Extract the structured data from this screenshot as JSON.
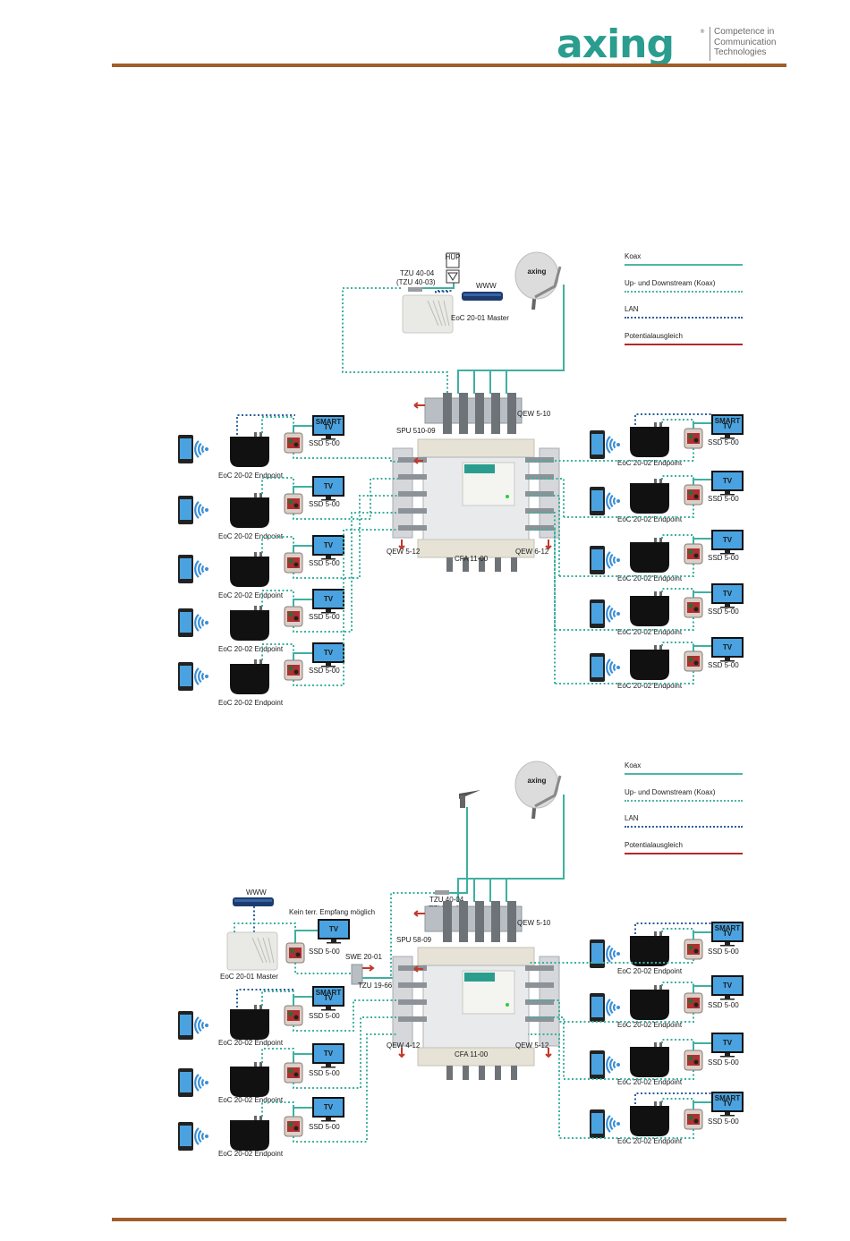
{
  "header": {
    "logo_text": "axing",
    "logo_reg": "®",
    "tagline": [
      "Competence in",
      "Communication",
      "Technologies"
    ],
    "brand_color": "#2a9d8f",
    "rule_color": "#a05e2b"
  },
  "legend": {
    "items": [
      {
        "label": "Koax",
        "style": "solid",
        "color": "#4db6a6"
      },
      {
        "label": "Up- und Downstream (Koax)",
        "style": "dotted",
        "color": "#4db6a6"
      },
      {
        "label": "LAN",
        "style": "dotted",
        "color": "#2f5f9e"
      },
      {
        "label": "Potentialausgleich",
        "style": "solid",
        "color": "#b02a2a"
      }
    ]
  },
  "diagram1": {
    "dish_logo": "axing",
    "hup_label": "HÜP",
    "tzu_label": "TZU 40-04",
    "tzu_alt_label": "(TZU 40-03)",
    "www_label": "WWW",
    "master_label": "EoC 20-01 Master",
    "qew_top_label": "QEW 5-10",
    "spu_label": "SPU 510-09",
    "qew_left_label": "QEW 5-12",
    "qew_right_label": "QEW 6-12",
    "cfa_label": "CFA 11-00",
    "left_rows": [
      {
        "endpoint": "EoC 20-02 Endpoint",
        "socket": "SSD 5-00",
        "tv": "SMART TV"
      },
      {
        "endpoint": "EoC 20-02 Endpoint",
        "socket": "SSD 5-00",
        "tv": "TV"
      },
      {
        "endpoint": "EoC 20-02 Endpoint",
        "socket": "SSD 5-00",
        "tv": "TV"
      },
      {
        "endpoint": "EoC 20-02 Endpoint",
        "socket": "SSD 5-00",
        "tv": "TV"
      },
      {
        "endpoint": "EoC 20-02 Endpoint",
        "socket": "SSD 5-00",
        "tv": "TV"
      }
    ],
    "right_rows": [
      {
        "endpoint": "EoC 20-02 Endpoint",
        "socket": "SSD 5-00",
        "tv": "SMART TV"
      },
      {
        "endpoint": "EoC 20-02 Endpoint",
        "socket": "SSD 5-00",
        "tv": "TV"
      },
      {
        "endpoint": "EoC 20-02 Endpoint",
        "socket": "SSD 5-00",
        "tv": "TV"
      },
      {
        "endpoint": "EoC 20-02 Endpoint",
        "socket": "SSD 5-00",
        "tv": "TV"
      },
      {
        "endpoint": "EoC 20-02 Endpoint",
        "socket": "SSD 5-00",
        "tv": "TV"
      }
    ]
  },
  "diagram2": {
    "dish_logo": "axing",
    "tzu_label": "TZU 40-04",
    "tzu_alt_label": "(TZU 40-03)",
    "www_label": "WWW",
    "no_terr_label": "Kein terr. Empfang möglich",
    "master_label": "EoC 20-01 Master",
    "master_socket": "SSD 5-00",
    "master_tv": "TV",
    "swe_label": "SWE 20-01",
    "tzu1966_label": "TZU 19-66",
    "qew_top_label": "QEW 5-10",
    "spu_label": "SPU 58-09",
    "qew_left_label": "QEW 4-12",
    "qew_right_label": "QEW 5-12",
    "cfa_label": "CFA 11-00",
    "left_rows": [
      {
        "endpoint": "EoC 20-02 Endpoint",
        "socket": "SSD 5-00",
        "tv": "SMART TV"
      },
      {
        "endpoint": "EoC 20-02 Endpoint",
        "socket": "SSD 5-00",
        "tv": "TV"
      },
      {
        "endpoint": "EoC 20-02 Endpoint",
        "socket": "SSD 5-00",
        "tv": "TV"
      }
    ],
    "right_rows": [
      {
        "endpoint": "EoC 20-02 Endpoint",
        "socket": "SSD 5-00",
        "tv": "SMART TV"
      },
      {
        "endpoint": "EoC 20-02 Endpoint",
        "socket": "SSD 5-00",
        "tv": "TV"
      },
      {
        "endpoint": "EoC 20-02 Endpoint",
        "socket": "SSD 5-00",
        "tv": "TV"
      },
      {
        "endpoint": "EoC 20-02 Endpoint",
        "socket": "SSD 5-00",
        "tv": "SMART TV"
      }
    ]
  }
}
